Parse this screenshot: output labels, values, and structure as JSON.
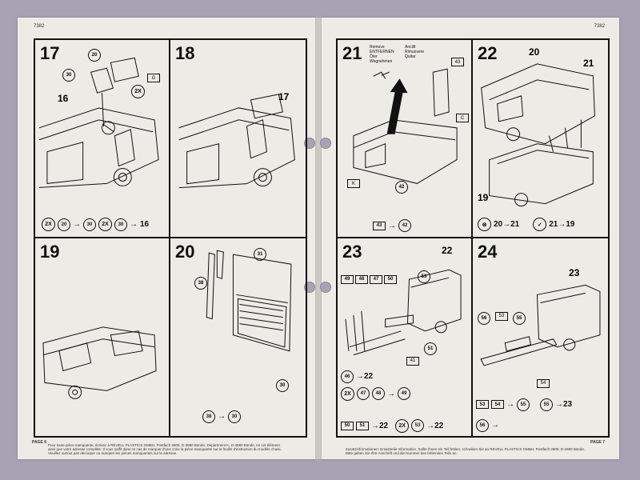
{
  "left_page": {
    "code": "7382",
    "page_label": "PAGE 6",
    "footer": "Pour toute pièce manquante, écrivez à REVELL PLASTICS GMBH, Postfach 2609, D-4980 Bünde. Department K, D-4980 Bünde, en cet élément ainsi que votre adresse complète. Il vous suffit dans ce cas de marquer d'une croix la pièce manquante sur la feuille d'instruction du modèle choisi. Veuillez surtout pas découper ou marquer les pièces manquantes sur le adresse.",
    "steps": [
      {
        "number": "17",
        "callouts": [
          "16",
          "2X",
          "G"
        ],
        "sequence": [
          {
            "badge": "2X"
          },
          {
            "part": "20"
          },
          {
            "arrow": "→"
          },
          {
            "part": "30"
          },
          {
            "badge": "2X"
          },
          {
            "part": "30"
          },
          {
            "arrow": "→"
          },
          {
            "target": "16"
          }
        ]
      },
      {
        "number": "18",
        "callouts": [
          "17"
        ],
        "sequence": []
      },
      {
        "number": "19",
        "callouts": [],
        "sequence": []
      },
      {
        "number": "20",
        "callouts": [
          "38",
          "31",
          "30"
        ],
        "sequence": [
          {
            "part": "38"
          },
          {
            "arrow": "→"
          },
          {
            "part": "30"
          }
        ]
      }
    ]
  },
  "right_page": {
    "code": "7382",
    "page_label": "PAGE 7",
    "footer": "Zusatzinformationen: Ersatzteile Information. Sollte Ihnen ein Teil fehlen, schreiben Sie an REVELL PLASTICS GMBH, Postfach 2609, D-4980 Bünde. Bitte geben Sie Ihre Anschrift und die Nummer des fehlenden Teils an.",
    "remove_labels": [
      "Remove",
      "ENTFERNEN",
      "Ôter",
      "Wegnehmen",
      "Ancillt",
      "Rimuovere",
      "Quitar"
    ],
    "steps": [
      {
        "number": "21",
        "callouts": [
          "43",
          "42",
          "C",
          "K"
        ],
        "sequence": [
          {
            "part": "43"
          },
          {
            "arrow": "→"
          },
          {
            "part": "42"
          }
        ]
      },
      {
        "number": "22",
        "callouts": [
          "20",
          "21",
          "19"
        ],
        "sequence": [
          {
            "badge": "⊗"
          },
          {
            "text": "20→21"
          },
          {
            "badge": "✓"
          },
          {
            "text": "21→19"
          }
        ]
      },
      {
        "number": "23",
        "callouts": [
          "22",
          "49",
          "48",
          "47",
          "50",
          "51",
          "46",
          "53",
          "41"
        ],
        "sequence": [
          {
            "part": "46"
          },
          {
            "text": "→22"
          },
          {
            "badge": "2X"
          },
          {
            "part": "47"
          },
          {
            "part": "48"
          },
          {
            "arrow": "→"
          },
          {
            "part": "49"
          },
          {
            "part": "50"
          },
          {
            "part": "51"
          },
          {
            "text": "→22"
          },
          {
            "badge": "2X"
          },
          {
            "part": "53"
          },
          {
            "text": "→22"
          }
        ]
      },
      {
        "number": "24",
        "callouts": [
          "23",
          "56",
          "53",
          "55",
          "54"
        ],
        "sequence": [
          {
            "part": "53"
          },
          {
            "part": "54"
          },
          {
            "arrow": "→"
          },
          {
            "part": "55"
          },
          {
            "part": "55"
          },
          {
            "text": "→23"
          },
          {
            "part": "56"
          },
          {
            "arrow": "→"
          }
        ]
      }
    ]
  },
  "colors": {
    "paper": "#ecebe6",
    "ink": "#111111",
    "background": "#a8a3b4"
  }
}
